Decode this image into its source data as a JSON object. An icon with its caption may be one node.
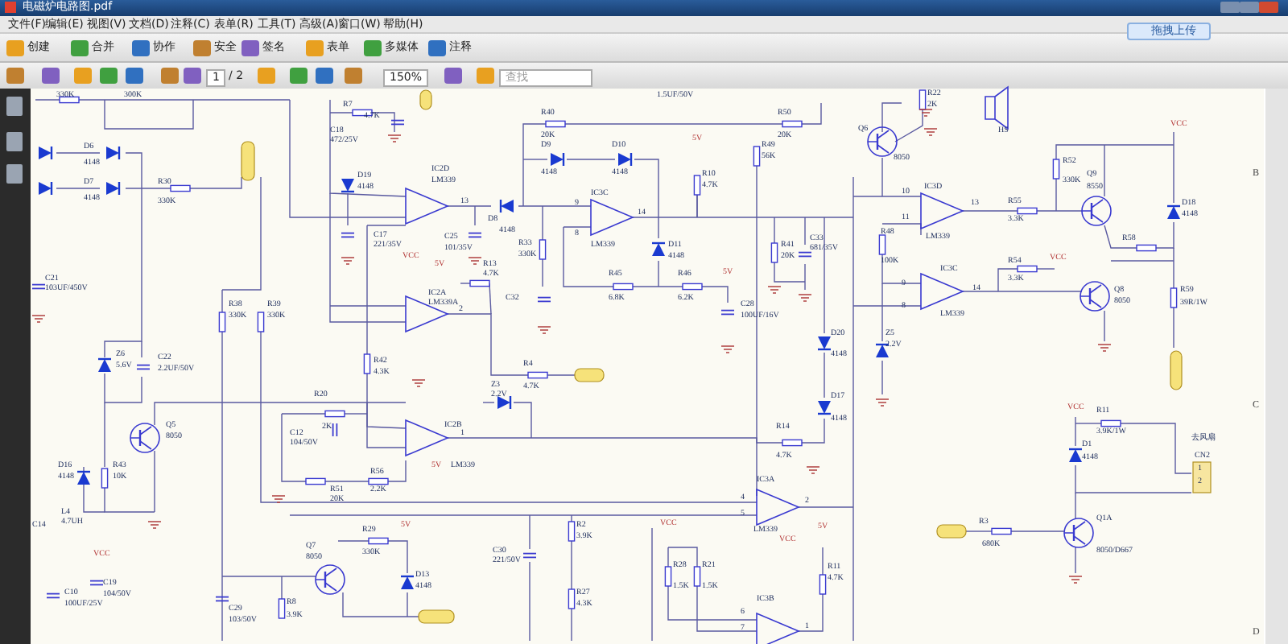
{
  "diagram": {
    "labels": [
      "电磁炉电路图.pdf",
      "文件(F)",
      "编辑(E)",
      "视图(V)",
      "文档(D)",
      "注释(C)",
      "表单(R)",
      "工具(T)",
      "高级(A)",
      "窗口(W)",
      "帮助(H)",
      "创建",
      "合并",
      "协作",
      "安全",
      "签名",
      "表单",
      "多媒体",
      "注释",
      "拖拽上传",
      "1",
      "/ 2",
      "150%",
      "查找",
      "330K",
      "300K",
      "R7",
      "4.7K",
      "C18",
      "472/25V",
      "D6",
      "4148",
      "D7",
      "4148",
      "R30",
      "330K",
      "D19",
      "4148",
      "C17",
      "221/35V",
      "VCC",
      "C21",
      "103UF/450V",
      "R38",
      "330K",
      "R39",
      "330K",
      "Z6",
      "5.6V",
      "C22",
      "2.2UF/50V",
      "R42",
      "4.3K",
      "R20",
      "2K",
      "C12",
      "104/50V",
      "Q5",
      "8050",
      "D16",
      "4148",
      "R43",
      "10K",
      "R51",
      "20K",
      "R56",
      "2.2K",
      "C14",
      "L4",
      "4.7UH",
      "VCC",
      "C10",
      "100UF/25V",
      "C19",
      "104/50V",
      "Q7",
      "8050",
      "R29",
      "330K",
      "5V",
      "D13",
      "4148",
      "R8",
      "3.9K",
      "C29",
      "103/50V",
      "1.5UF/50V",
      "R40",
      "20K",
      "R50",
      "20K",
      "R49",
      "56K",
      "D9",
      "4148",
      "D10",
      "4148",
      "5V",
      "R10",
      "4.7K",
      "IC2D",
      "LM339",
      "13",
      "D8",
      "4148",
      "9",
      "IC3C",
      "8",
      "14",
      "LM339",
      "C25",
      "101/35V",
      "R33",
      "330K",
      "D11",
      "4148",
      "R41",
      "20K",
      "C33",
      "681/35V",
      "5V",
      "R13",
      "4.7K",
      "IC2A",
      "LM339A",
      "2",
      "C32",
      "R45",
      "6.8K",
      "R46",
      "6.2K",
      "5V",
      "C28",
      "100UF/16V",
      "R4",
      "4.7K",
      "D20",
      "4148",
      "D17",
      "4148",
      "Z3",
      "2.2V",
      "IC2B",
      "1",
      "5V",
      "LM339",
      "R14",
      "4.7K",
      "IC3A",
      "4",
      "5",
      "2",
      "R2",
      "VCC",
      "LM339",
      "VCC",
      "3.9K",
      "C30",
      "221/50V",
      "R28",
      "1.5K",
      "R21",
      "1.5K",
      "R27",
      "4.3K",
      "5V",
      "R11",
      "4.7K",
      "IC3B",
      "6",
      "7",
      "1",
      "R22",
      "2K",
      "Q6",
      "8050",
      "HS",
      "VCC",
      "R52",
      "330K",
      "Q9",
      "8550",
      "D18",
      "4148",
      "IC3D",
      "10",
      "13",
      "11",
      "LM339",
      "R55",
      "3.3K",
      "R58",
      "R48",
      "100K",
      "R54",
      "3.3K",
      "VCC",
      "9",
      "8",
      "IC3C",
      "LM339",
      "14",
      "Q8",
      "8050",
      "R59",
      "39R/1W",
      "Z5",
      "2.2V",
      "VCC",
      "R11",
      "3.9K/1W",
      "去风扇",
      "D1",
      "4148",
      "CN2",
      "1",
      "2",
      "R3",
      "680K",
      "Q1A",
      "8050/D667",
      "B",
      "C",
      "D"
    ]
  }
}
